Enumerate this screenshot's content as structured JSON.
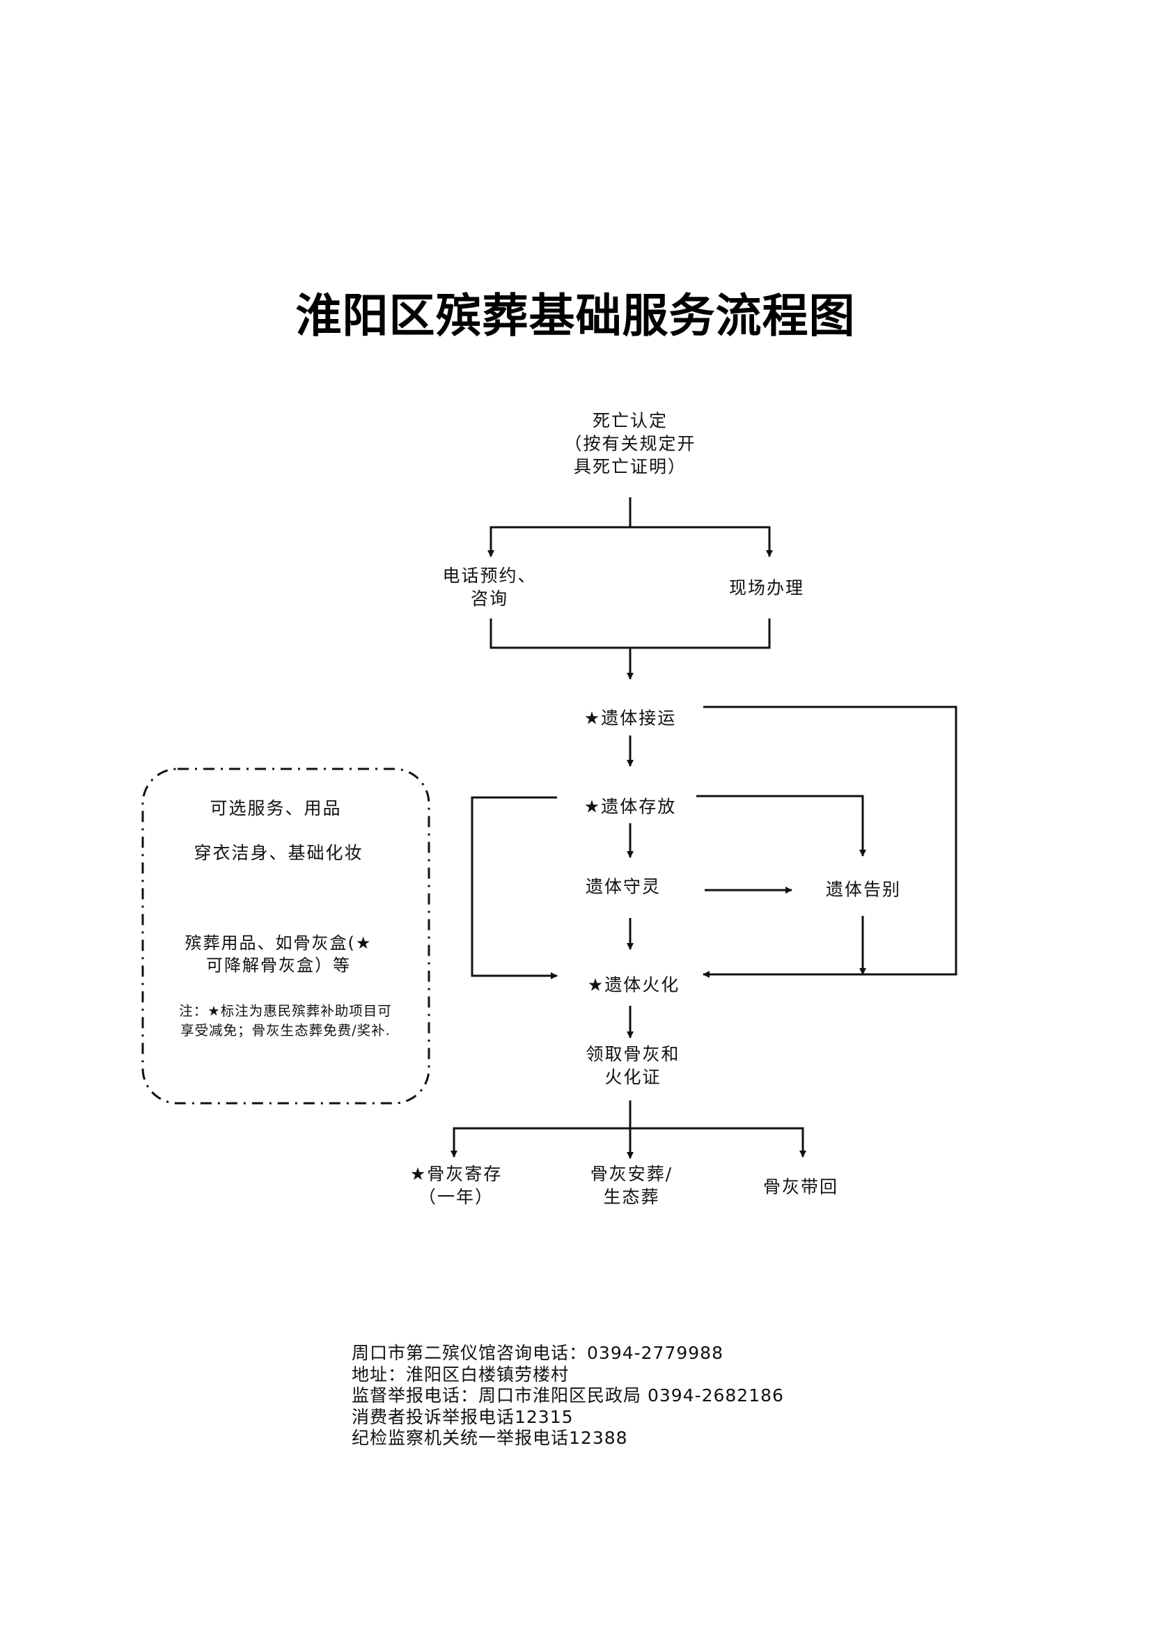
{
  "title": "淮阳区殡葬基础服务流程图",
  "flow": {
    "death_confirm": "死亡认定\n（按有关规定开\n具死亡证明）",
    "phone_booking": "电话预约、\n咨询",
    "onsite": "现场办理",
    "pickup": "★遗体接运",
    "storage": "★遗体存放",
    "vigil": "遗体守灵",
    "farewell": "遗体告别",
    "cremation": "★遗体火化",
    "collect": "领取骨灰和\n火化证",
    "ash_storage": "★骨灰寄存\n（一年）",
    "ash_burial": "骨灰安葬/\n生态葬",
    "ash_takehome": "骨灰带回"
  },
  "optional_box": {
    "heading": "可选服务、用品",
    "service": "穿衣洁身、基础化妆",
    "supplies": "殡葬用品、如骨灰盒(★\n可降解骨灰盒）等",
    "note": "注：★标注为惠民殡葬补助项目可\n享受减免；骨灰生态葬免费/奖补."
  },
  "footer": {
    "lines": [
      "周口市第二殡仪馆咨询电话：0394-2779988",
      "地址：淮阳区白楼镇劳楼村",
      "监督举报电话：周口市淮阳区民政局 0394-2682186",
      "消费者投诉举报电话12315",
      "纪检监察机关统一举报电话12388"
    ]
  },
  "colors": {
    "ink": "#111111",
    "background": "#ffffff"
  }
}
